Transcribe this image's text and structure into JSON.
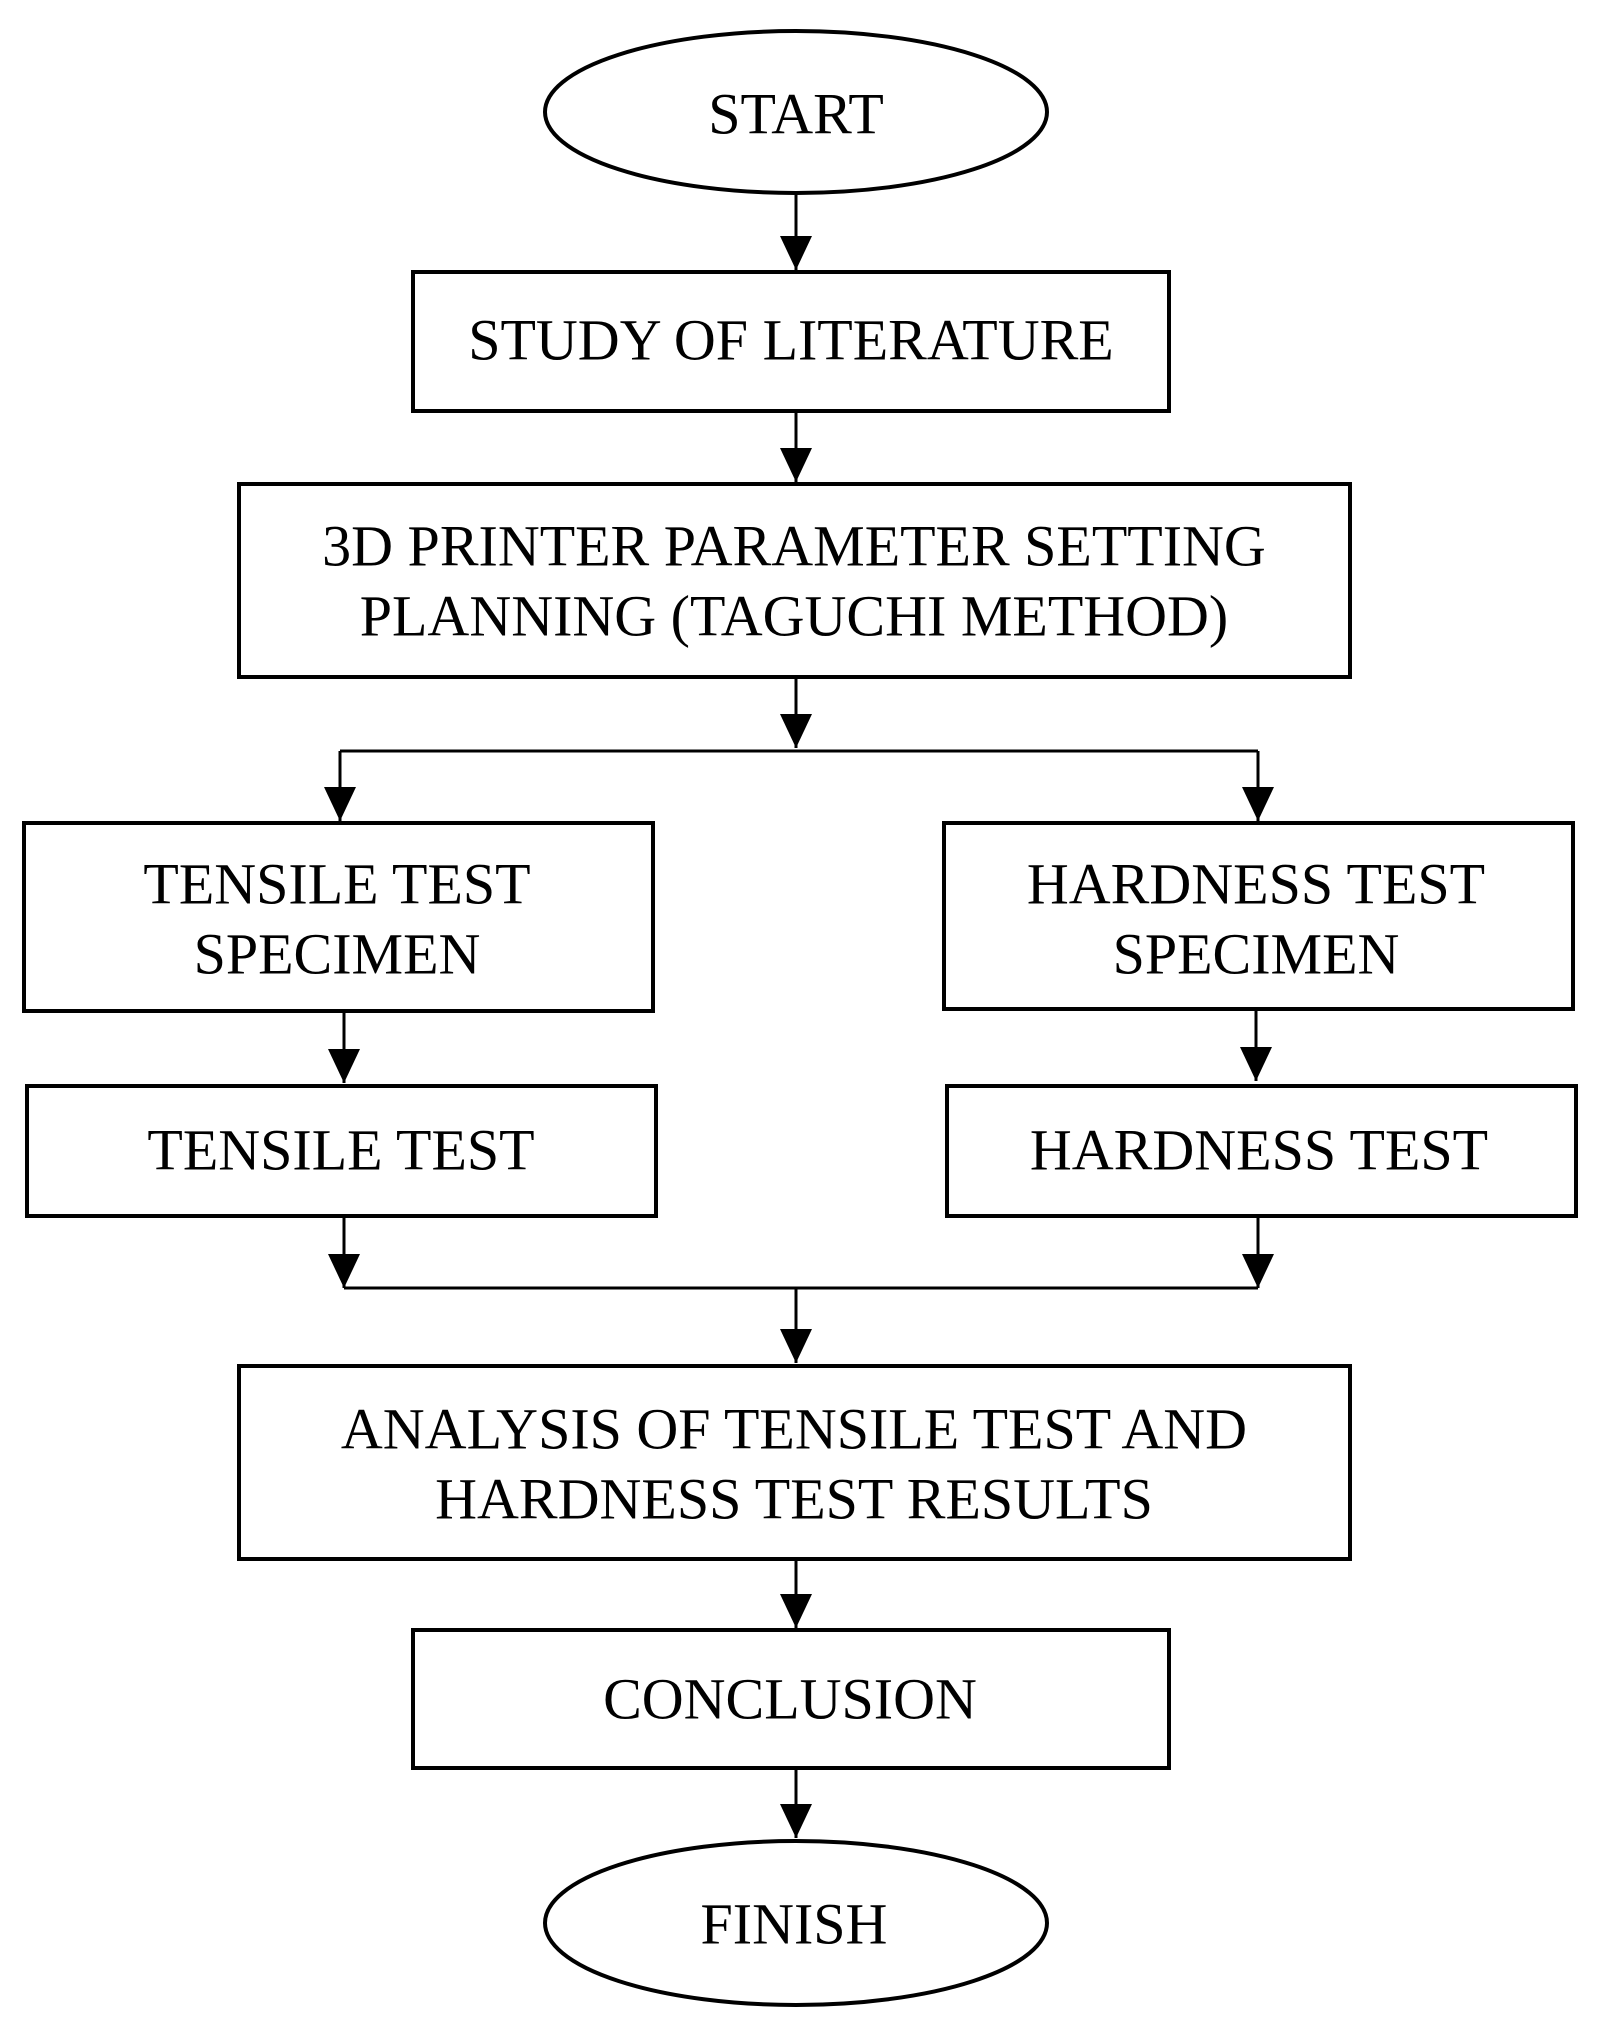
{
  "nodes": {
    "start": {
      "lines": [
        "START"
      ]
    },
    "literature": {
      "lines": [
        "STUDY OF LITERATURE"
      ]
    },
    "planning": {
      "lines": [
        "3D PRINTER PARAMETER SETTING",
        "PLANNING (TAGUCHI METHOD)"
      ]
    },
    "tensile_specimen": {
      "lines": [
        "TENSILE TEST",
        "SPECIMEN"
      ]
    },
    "hardness_specimen": {
      "lines": [
        "HARDNESS TEST",
        "SPECIMEN"
      ]
    },
    "tensile_test": {
      "lines": [
        "TENSILE TEST"
      ]
    },
    "hardness_test": {
      "lines": [
        "HARDNESS TEST"
      ]
    },
    "analysis": {
      "lines": [
        "ANALYSIS OF TENSILE TEST AND",
        "HARDNESS TEST RESULTS"
      ]
    },
    "conclusion": {
      "lines": [
        "CONCLUSION"
      ]
    },
    "finish": {
      "lines": [
        "FINISH"
      ]
    }
  }
}
